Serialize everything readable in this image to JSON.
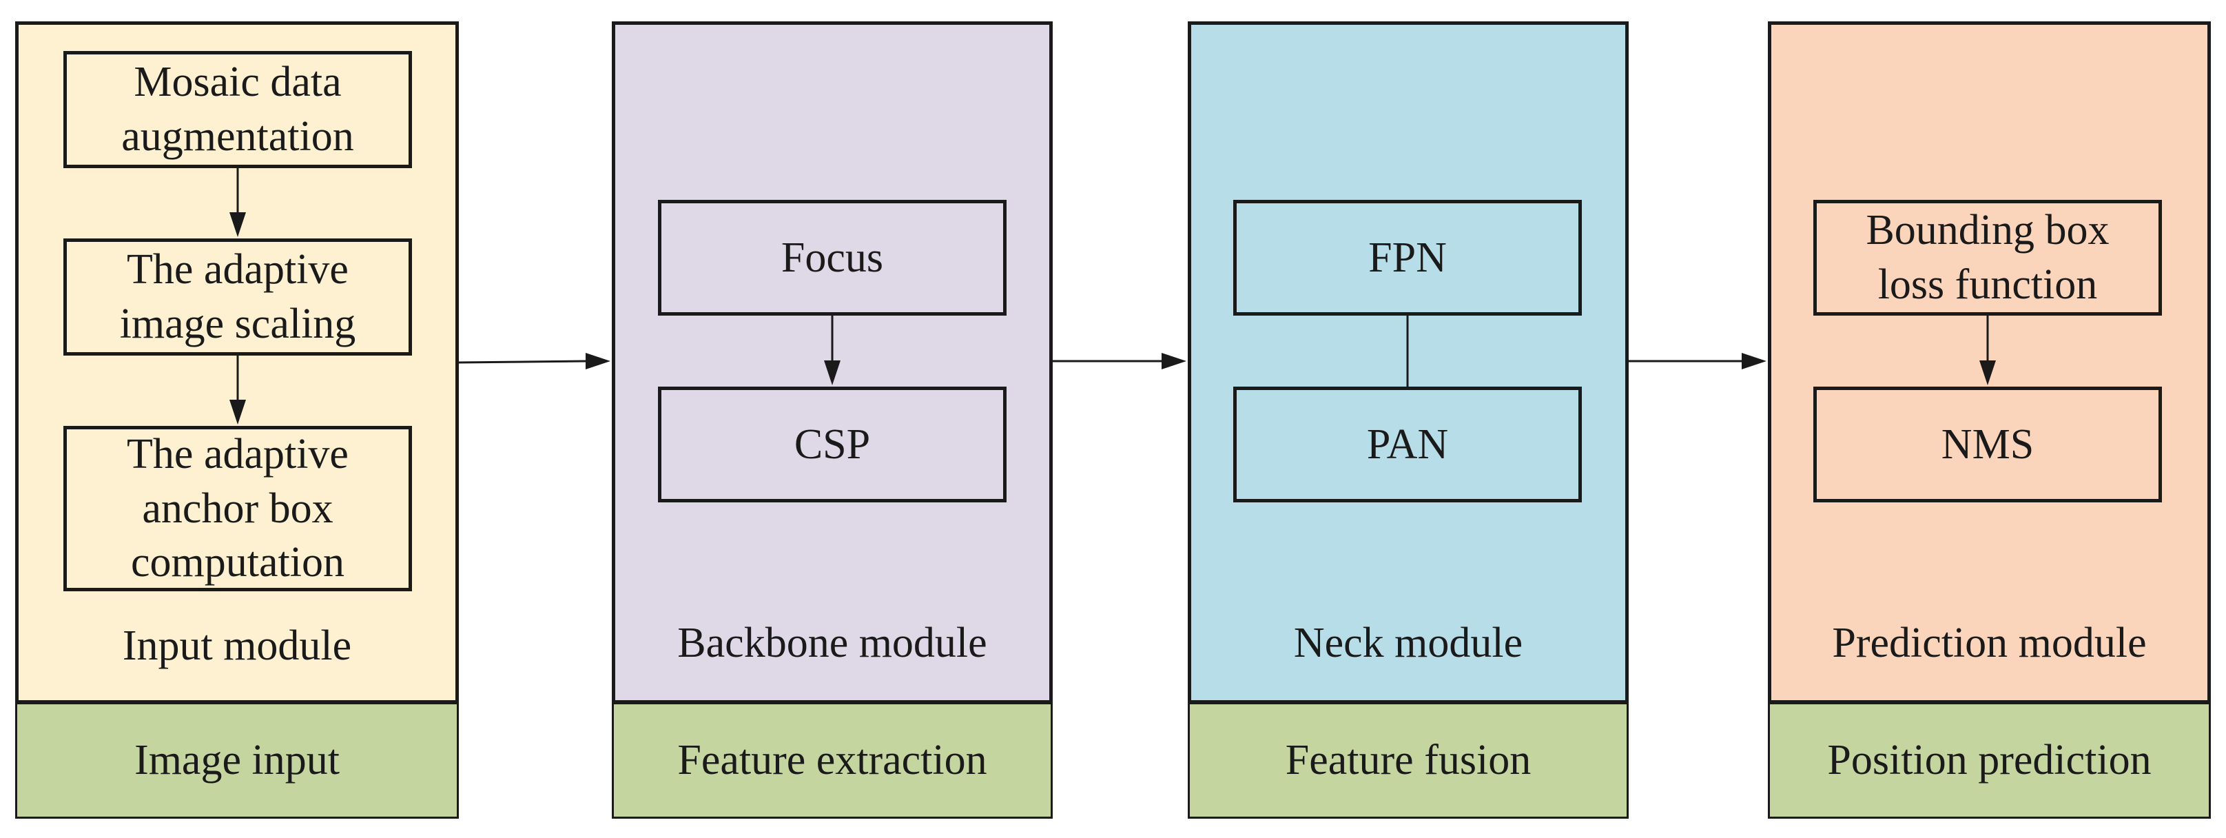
{
  "colors": {
    "input_bg": "#fdf1d1",
    "backbone_bg": "#dfd8e6",
    "neck_bg": "#b7dde8",
    "prediction_bg": "#fbd5bb",
    "footer_bg": "#c5d5a0",
    "stroke": "#1a1a1a"
  },
  "modules": {
    "input": {
      "label": "Input module",
      "footer": "Image input",
      "steps": [
        [
          "Mosaic data",
          "augmentation"
        ],
        [
          "The adaptive",
          "image scaling"
        ],
        [
          "The adaptive",
          "anchor box",
          "computation"
        ]
      ]
    },
    "backbone": {
      "label": "Backbone module",
      "footer": "Feature extraction",
      "steps": [
        "Focus",
        "CSP"
      ]
    },
    "neck": {
      "label": "Neck module",
      "footer": "Feature fusion",
      "steps": [
        "FPN",
        "PAN"
      ]
    },
    "prediction": {
      "label": "Prediction module",
      "footer": "Position prediction",
      "steps": [
        [
          "Bounding box",
          "loss function"
        ],
        "NMS"
      ]
    }
  }
}
